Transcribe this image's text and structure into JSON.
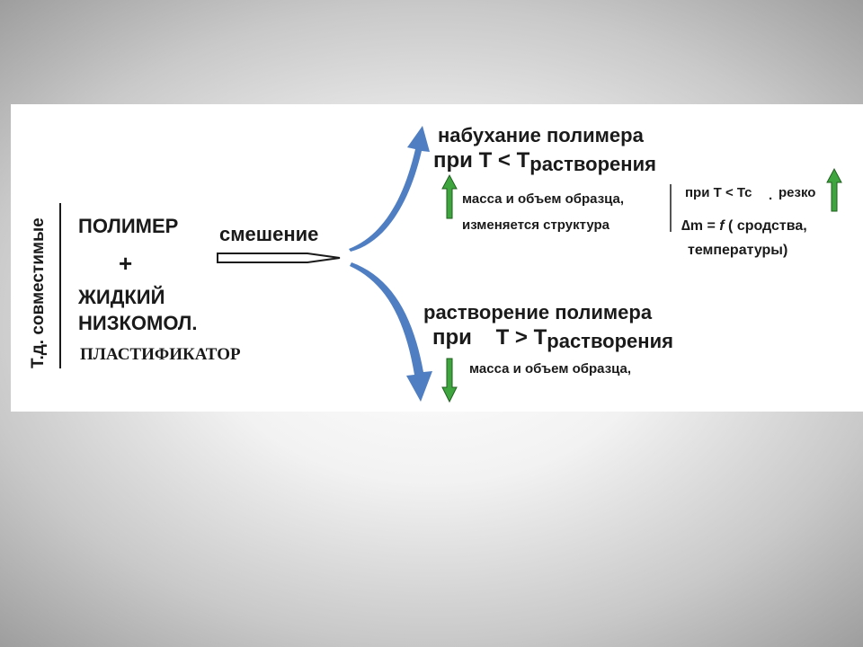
{
  "left": {
    "vertical_label": "Т.д. совместимые",
    "line1": "ПОЛИМЕР",
    "plus": "+",
    "line2": "ЖИДКИЙ",
    "line3": "НИЗКОМОЛ.",
    "line4": "ПЛАСТИФИКАТОР"
  },
  "mixing": {
    "label": "смешение"
  },
  "swelling": {
    "title": "набухание полимера",
    "cond_prefix": "при  Т < Т",
    "cond_sub": "растворения",
    "note_line1": "масса  и объем образца,",
    "note_line2": "изменяется структура",
    "side_line1": "при Т < Тс",
    "side_dot": ".",
    "side_sharp": "резко",
    "delta_symbol": "∆",
    "formula_m": "m = ",
    "formula_f": "f",
    "formula_rest": " ( сродства,",
    "side_line3": "температуры)"
  },
  "dissolution": {
    "title": "растворение полимера",
    "cond_prefix": "при    Т > Т",
    "cond_sub": "растворения",
    "note_line1": "масса  и объем образца,"
  },
  "colors": {
    "blue_arrow": "#4f7ec2",
    "green_arrow": "#3fa63f",
    "text": "#1a1a1a"
  }
}
